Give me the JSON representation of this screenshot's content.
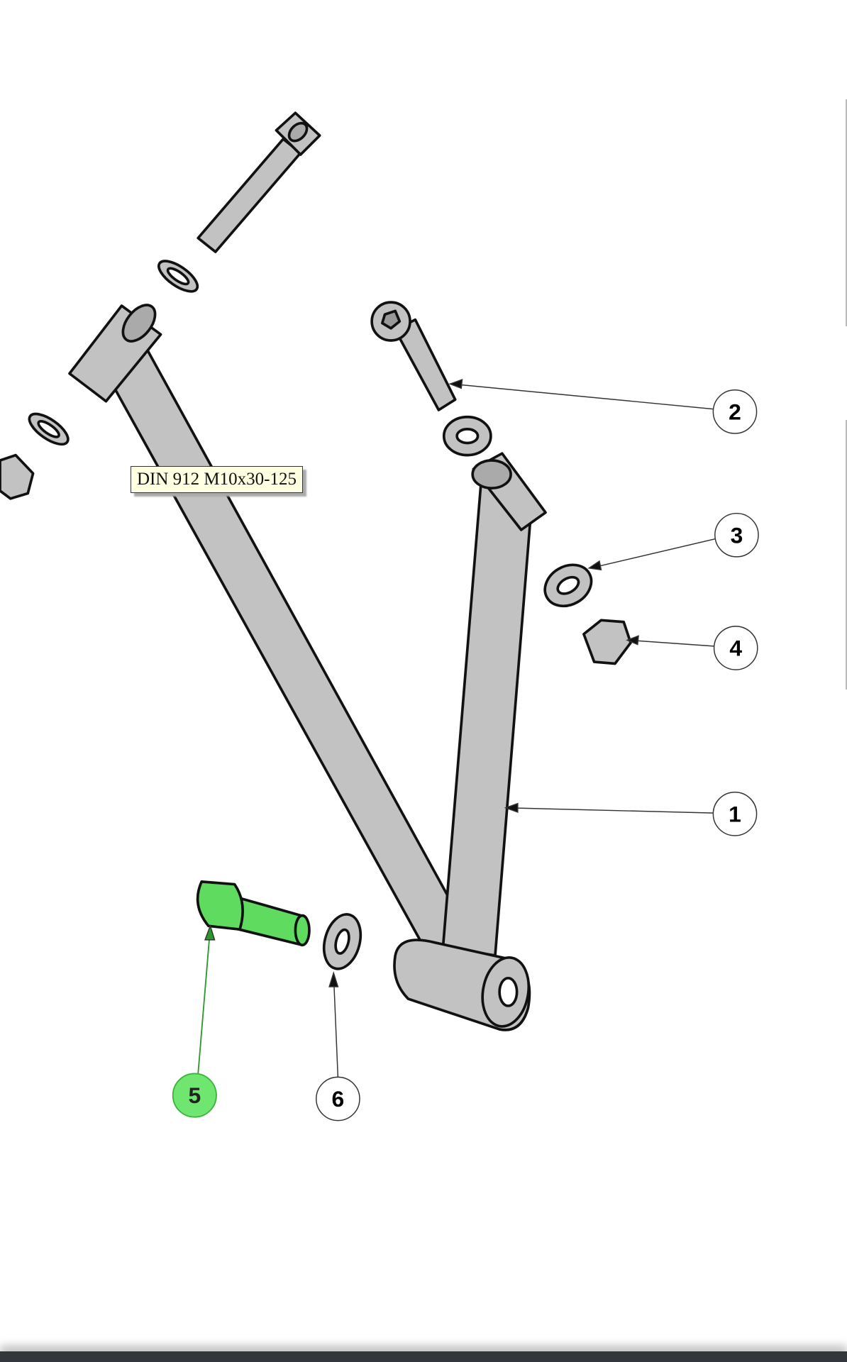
{
  "tooltip": {
    "text": "DIN 912 M10x30-125"
  },
  "callouts": [
    {
      "label": "1"
    },
    {
      "label": "2"
    },
    {
      "label": "3"
    },
    {
      "label": "4"
    },
    {
      "label": "5",
      "highlighted": true
    },
    {
      "label": "6"
    }
  ],
  "colors": {
    "part": "#c2c2c2",
    "outline": "#111111",
    "highlight": "#5fdc5f",
    "tooltip_bg": "#ffffe1",
    "bottom_bar": "#33363a"
  }
}
